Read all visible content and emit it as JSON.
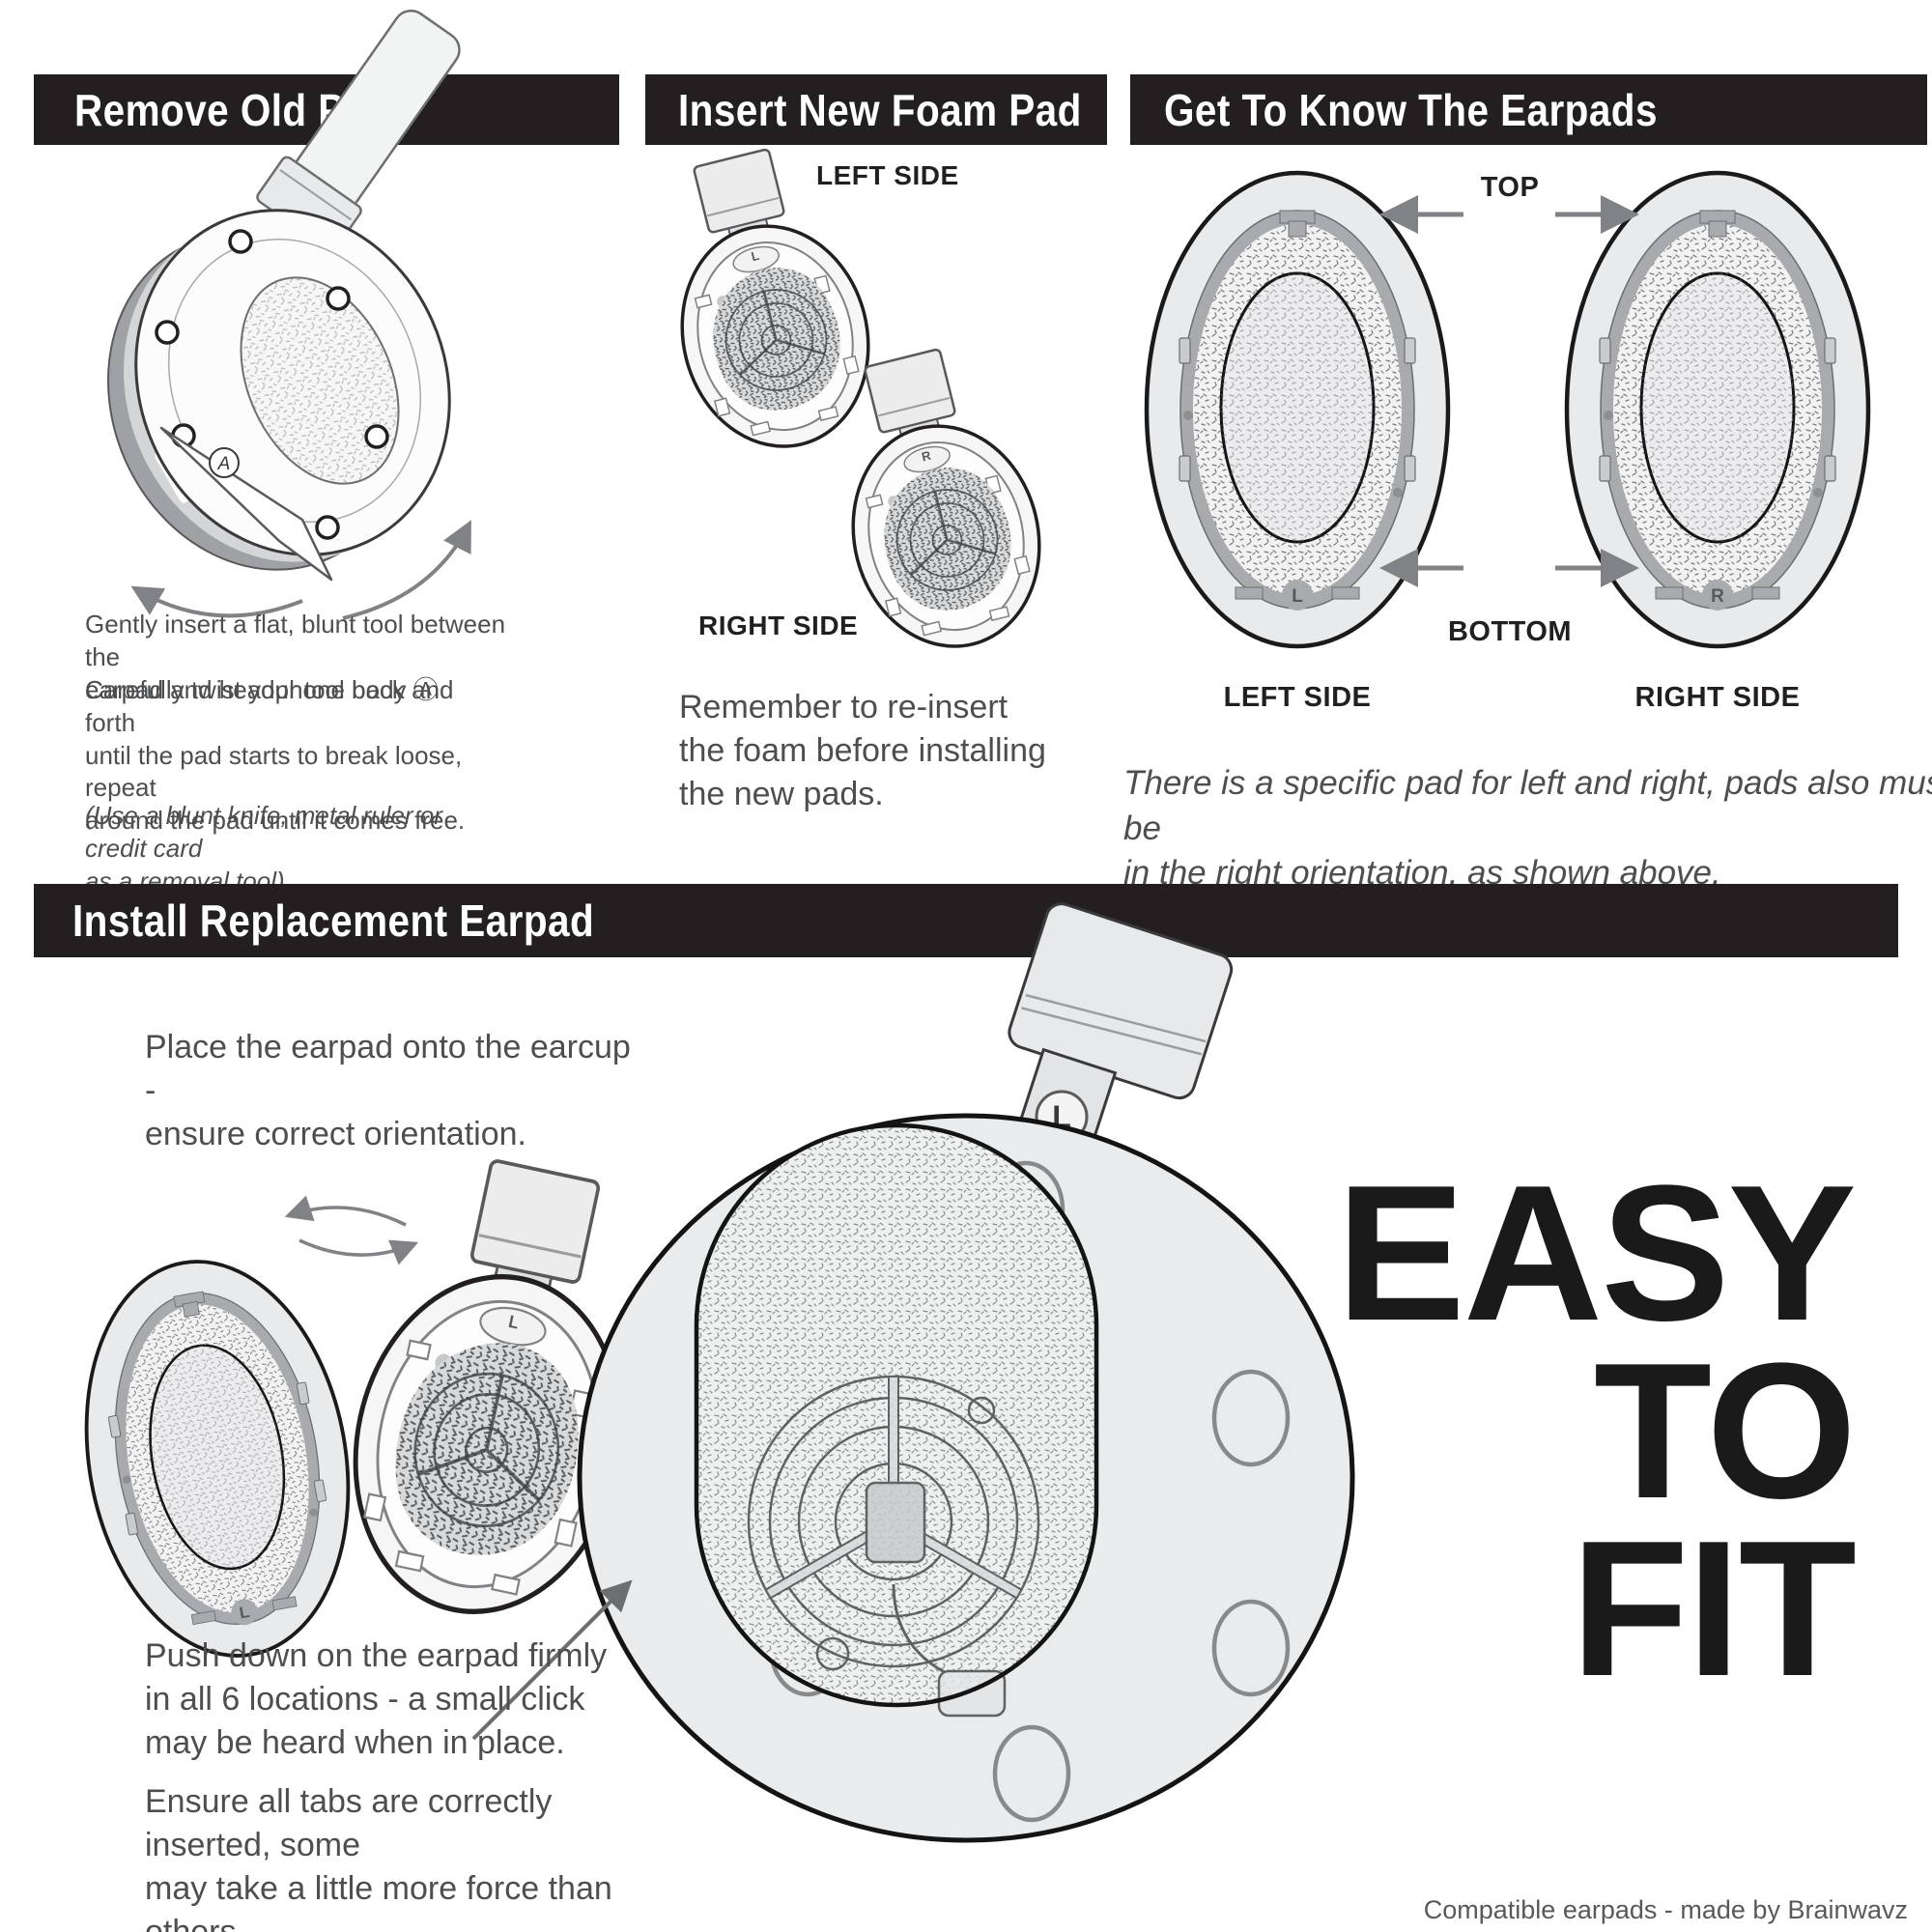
{
  "meta": {
    "footer": "Compatible earpads - made by Brainwavz"
  },
  "colors": {
    "bar_bg": "#231f20",
    "bar_text": "#ffffff",
    "body_text": "#4d4e50",
    "label_text": "#231f20",
    "line": "#58595b",
    "arrow": "#808285",
    "tagline": "#1a1a1a"
  },
  "sections": {
    "remove": {
      "title": "Remove Old Pads",
      "para1": "Gently insert a flat, blunt tool between the\nearpad and headphone body Ⓐ",
      "para2": "Carefully twist your tool back and forth\nuntil the pad starts to break loose, repeat\naround the pad until it comes free.",
      "note": "(Use a blunt knife, metal ruler or credit card\nas a removal tool)",
      "marker": "A"
    },
    "insert": {
      "title": "Insert New Foam Pad",
      "left_label": "LEFT SIDE",
      "right_label": "RIGHT SIDE",
      "para": "Remember to re-insert\nthe foam before installing\nthe new pads.",
      "badge_left": "L",
      "badge_right": "R"
    },
    "know": {
      "title": "Get To Know The Earpads",
      "top_label": "TOP",
      "bottom_label": "BOTTOM",
      "left_label": "LEFT SIDE",
      "right_label": "RIGHT SIDE",
      "pad_left_letter": "L",
      "pad_right_letter": "R",
      "para": "There is a specific pad for left and right, pads also must be\nin the right orientation, as shown above."
    },
    "install": {
      "title": "Install Replacement Earpad",
      "para1": "Place the earpad onto the earcup -\nensure correct orientation.",
      "para2": "Push down on the earpad firmly\nin all 6 locations - a small click\nmay be heard when in place.",
      "para3": "Ensure all tabs are correctly inserted, some\nmay take a little more force than others.",
      "pad_letter": "L",
      "cup_badge": "L",
      "big_badge": "L",
      "tagline": "EASY\nTO\nFIT"
    }
  }
}
